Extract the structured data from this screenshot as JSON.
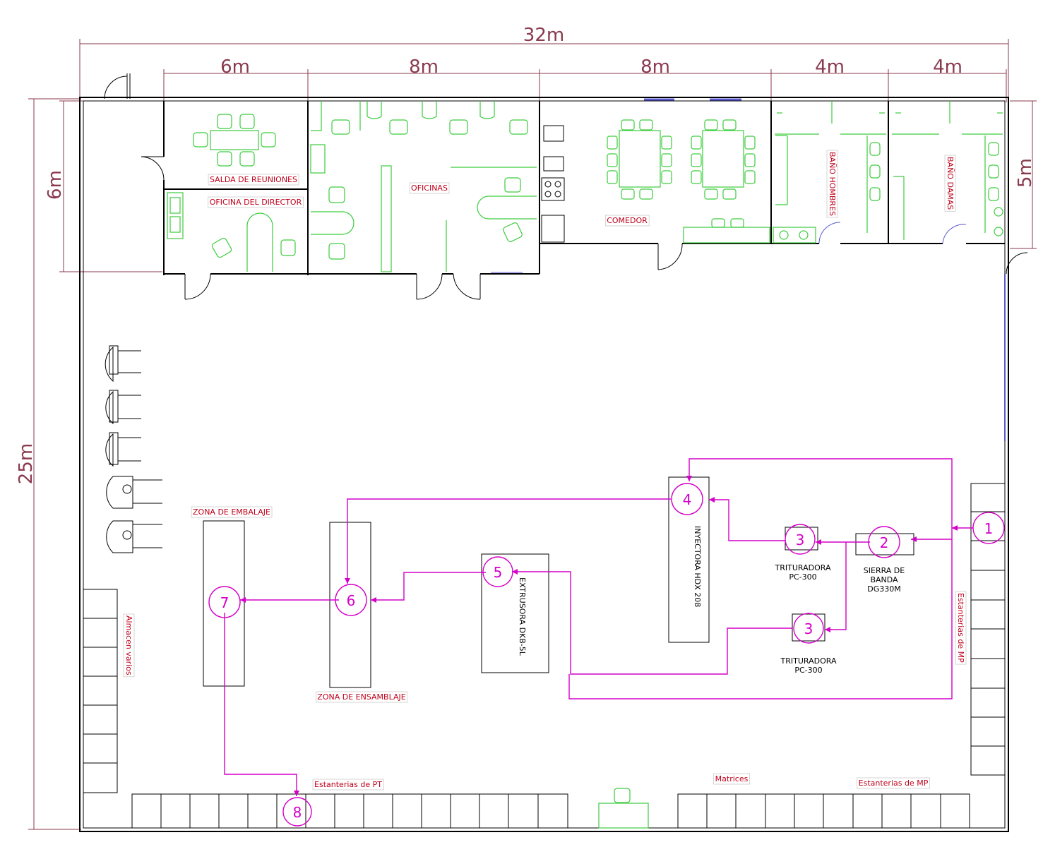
{
  "dimensions": {
    "total_width": "32m",
    "total_height": "25m",
    "office_depth": "6m",
    "bath_depth": "5m",
    "segments": [
      "6m",
      "8m",
      "8m",
      "4m",
      "4m"
    ]
  },
  "rooms": {
    "meeting": "SALDA DE REUNIONES",
    "director": "OFICINA DEL DIRECTOR",
    "offices": "OFICINAS",
    "dining": "COMEDOR",
    "bath_men": "BAÑO HOMBRES",
    "bath_women": "BAÑO DAMAS"
  },
  "zones": {
    "packing": "ZONA DE EMBALAJE",
    "assembly": "ZONA DE ENSAMBLAJE",
    "storage": "Almacen varios",
    "shelves_pt": "Estanterias de PT",
    "dies": "Matrices",
    "shelves_mp_bottom": "Estanterias de MP",
    "shelves_mp_right": "Estanterias de MP"
  },
  "machines": {
    "injector": "INYECTORA HDX 208",
    "extruder": "EXTRUSORA DKB-5L",
    "crusher_top_line1": "TRITURADORA",
    "crusher_top_line2": "PC-300",
    "crusher_bottom_line1": "TRITURADORA",
    "crusher_bottom_line2": "PC-300",
    "saw_line1": "SIERRA DE",
    "saw_line2": "BANDA",
    "saw_line3": "DG330M"
  },
  "process_steps": [
    "1",
    "2",
    "3",
    "3",
    "4",
    "5",
    "6",
    "7",
    "8"
  ],
  "colors": {
    "walls": "#000000",
    "furniture": "#3ccc3c",
    "process_flow": "#d400c8",
    "labels": "#c0001a",
    "dimensions": "#8a3a4e"
  }
}
